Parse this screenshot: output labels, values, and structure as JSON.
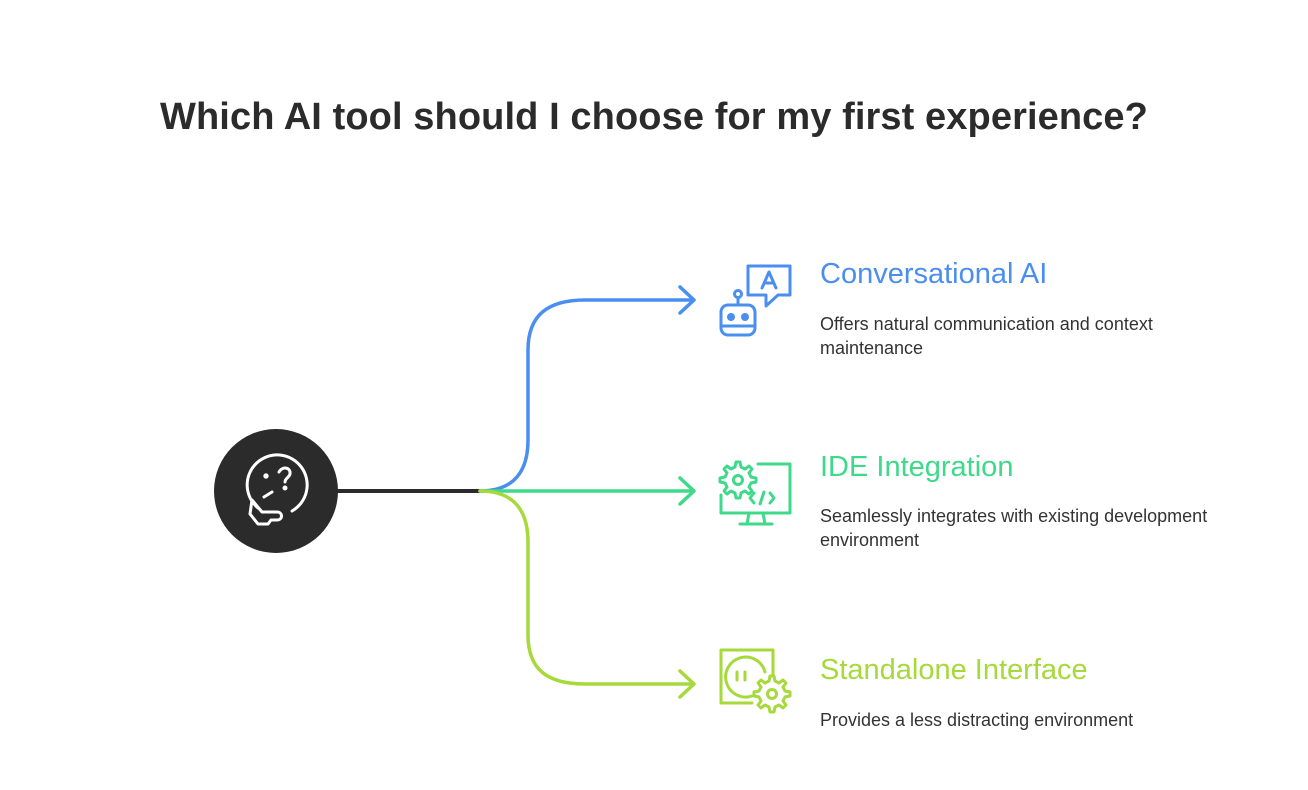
{
  "title": "Which AI tool should I choose for my first experience?",
  "colors": {
    "hub": "#2b2b2b",
    "stem": "#2b2b2b",
    "blue": "#4a8ef0",
    "green": "#3fd98a",
    "lime": "#a6d93a",
    "text": "#333333"
  },
  "hub": {
    "icon": "thinking-face-icon"
  },
  "options": [
    {
      "title": "Conversational AI",
      "description": "Offers natural communication and context maintenance",
      "icon": "robot-chat-icon",
      "color": "#4a8ef0"
    },
    {
      "title": "IDE Integration",
      "description": "Seamlessly integrates with existing development environment",
      "icon": "monitor-code-gear-icon",
      "color": "#3fd98a"
    },
    {
      "title": "Standalone Interface",
      "description": "Provides a less distracting environment",
      "icon": "app-window-gear-icon",
      "color": "#a6d93a"
    }
  ]
}
